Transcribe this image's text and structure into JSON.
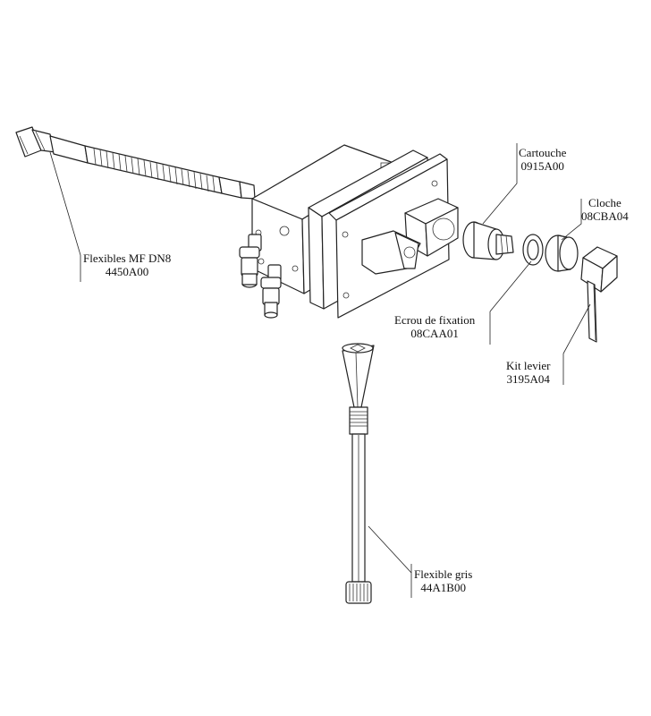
{
  "callouts": [
    {
      "key": "flexibles_mf",
      "name": "Flexibles MF DN8",
      "ref": "4450A00"
    },
    {
      "key": "cartouche",
      "name": "Cartouche",
      "ref": "0915A00"
    },
    {
      "key": "cloche",
      "name": "Cloche",
      "ref": "08CBA04"
    },
    {
      "key": "ecrou",
      "name": "Ecrou de fixation",
      "ref": "08CAA01"
    },
    {
      "key": "kit_levier",
      "name": "Kit levier",
      "ref": "3195A04"
    },
    {
      "key": "flexible_gris",
      "name": "Flexible gris",
      "ref": "44A1B00"
    }
  ]
}
